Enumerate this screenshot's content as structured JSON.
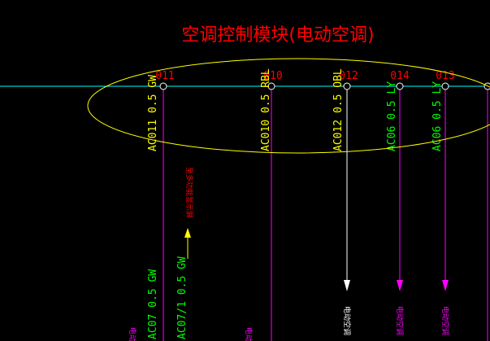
{
  "diagram": {
    "title": "空调控制模块(电动空调)",
    "pins": [
      {
        "number": "011",
        "wire": "AC011 0.5 GW"
      },
      {
        "number": "010",
        "wire": "AC010 0.5 RBL"
      },
      {
        "number": "012",
        "wire": "AC012 0.5 OBL"
      },
      {
        "number": "014",
        "wire": "AC06 0.5 LY"
      },
      {
        "number": "013",
        "wire": "AC06 0.5 LY"
      }
    ],
    "lower_wires": [
      {
        "text": "AC07 0.5 GW"
      },
      {
        "text": "AC07/1 0.5 GW"
      }
    ],
    "annotation": "至多功能显示屏",
    "destinations": [
      "电动空调",
      "电动空调",
      "电动空调",
      "电动空调",
      "电动空调"
    ],
    "colors": {
      "background": "#000000",
      "title": "#ff0000",
      "pin_number": "#ff0000",
      "wire_label_yellow": "#ffff00",
      "wire_label_green": "#00ff00",
      "wire_magenta": "#ff00ff",
      "wire_white": "#ffffff",
      "bus_line": "#00ffff",
      "highlight_ellipse": "#ffff00",
      "arrow_yellow": "#ffff00",
      "arrow_magenta": "#ff00ff",
      "arrow_white": "#ffffff",
      "destination_magenta": "#ff00ff",
      "destination_white": "#ffffff"
    }
  }
}
